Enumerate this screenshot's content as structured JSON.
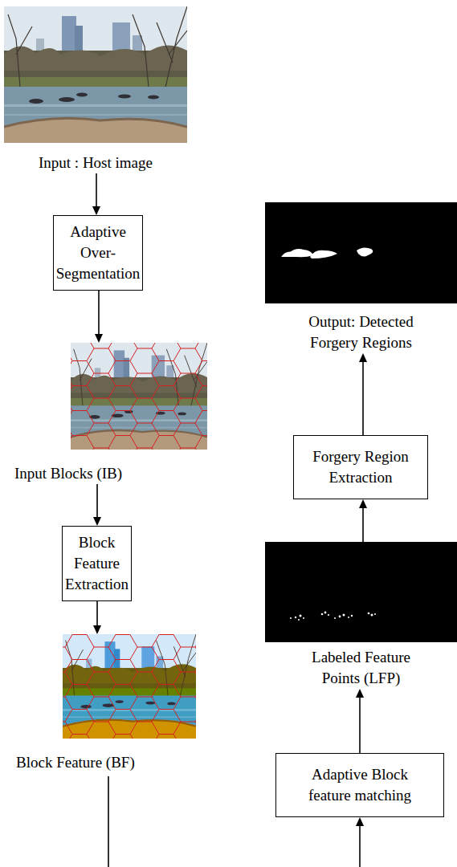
{
  "diagram": {
    "nodes": [
      {
        "text": [
          "Input : Host image"
        ]
      },
      {
        "text": [
          "Adaptive Over-Segmentation"
        ]
      },
      {
        "text": [
          "Input Blocks (IB)"
        ]
      },
      {
        "text": [
          "Block Feature Extraction"
        ]
      },
      {
        "text": [
          "Block Feature (BF)"
        ]
      },
      {
        "text": [
          "Output: Detected Forgery Regions"
        ]
      },
      {
        "text": [
          "Forgery Region Extraction"
        ]
      },
      {
        "text": [
          "Labeled Feature Points (LFP)"
        ]
      },
      {
        "text": [
          "Adaptive Block feature matching"
        ]
      }
    ],
    "edges": [
      {
        "from": 0,
        "to": 1,
        "arrow": "to"
      },
      {
        "from": 1,
        "to": 2,
        "arrow": "to"
      },
      {
        "from": 2,
        "to": 3,
        "arrow": "to"
      },
      {
        "from": 3,
        "to": 4,
        "arrow": "to"
      },
      {
        "from": 8,
        "to": 7,
        "arrow": "to"
      },
      {
        "from": 7,
        "to": 6,
        "arrow": "to"
      },
      {
        "from": 6,
        "to": 5,
        "arrow": "to"
      }
    ]
  }
}
